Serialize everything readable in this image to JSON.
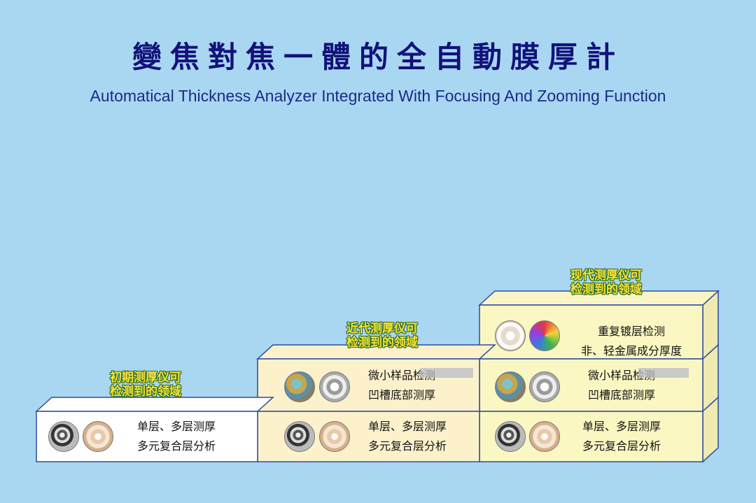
{
  "title_cn": "變焦對焦一體的全自動膜厚計",
  "title_en": "Automatical Thickness Analyzer Integrated With Focusing And Zooming Function",
  "stages": [
    {
      "label_line1": "初期测厚仪可",
      "label_line2": "检测到的领域",
      "rows": [
        {
          "line1": "单层、多层测厚",
          "line2": "多元复合层分析",
          "icons": [
            "metal-parts-icon",
            "ring-parts-icon"
          ]
        }
      ]
    },
    {
      "label_line1": "近代测厚仪可",
      "label_line2": "检测到的领域",
      "rows": [
        {
          "line1": "微小样品检测",
          "line2": "凹槽底部测厚",
          "icons": [
            "circuit-board-icon",
            "connector-icon"
          ]
        },
        {
          "line1": "单层、多层测厚",
          "line2": "多元复合层分析",
          "icons": [
            "metal-parts-icon",
            "ring-parts-icon"
          ]
        }
      ]
    },
    {
      "label_line1": "现代测厚仪可",
      "label_line2": "检测到的领域",
      "rows": [
        {
          "line1": "重复镀层检测",
          "line2": "非、轻金属成分厚度",
          "icons": [
            "white-parts-icon",
            "colored-beads-icon"
          ]
        },
        {
          "line1": "微小样品检测",
          "line2": "凹槽底部测厚",
          "icons": [
            "circuit-board-icon",
            "connector-icon"
          ]
        },
        {
          "line1": "单层、多层测厚",
          "line2": "多元复合层分析",
          "icons": [
            "metal-parts-icon",
            "ring-parts-icon"
          ]
        }
      ]
    }
  ],
  "colors": {
    "background": "#a9d7f2",
    "title_cn": "#12127a",
    "title_en": "#1b2a8a",
    "label_text": "#f6e23a",
    "label_outline": "#2e6c1c",
    "box_white": "#ffffff",
    "box_cream": "#fdf1cc",
    "box_yellow": "#fbf7c2",
    "box_border": "#2f4c9c"
  }
}
